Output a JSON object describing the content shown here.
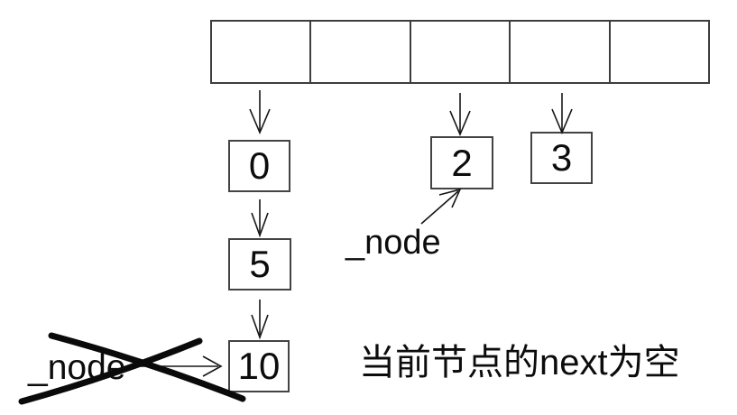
{
  "diagram": {
    "title_visible": false,
    "background_color": "#ffffff",
    "line_color": "#161616",
    "array": {
      "cell_count": 5,
      "cells": [
        "",
        "",
        "",
        "",
        ""
      ]
    },
    "nodes": [
      {
        "id": "node-0",
        "value": "0"
      },
      {
        "id": "node-5",
        "value": "5"
      },
      {
        "id": "node-10",
        "value": "10"
      },
      {
        "id": "node-2",
        "value": "2"
      },
      {
        "id": "node-3",
        "value": "3"
      }
    ],
    "chains": {
      "bucket_0": [
        "0",
        "5",
        "10"
      ],
      "bucket_2": [
        "2"
      ],
      "bucket_3": [
        "3"
      ]
    },
    "edges": [
      {
        "from": "array-cell-0",
        "to": "node-0"
      },
      {
        "from": "node-0",
        "to": "node-5"
      },
      {
        "from": "node-5",
        "to": "node-10"
      },
      {
        "from": "array-cell-2",
        "to": "node-2"
      },
      {
        "from": "array-cell-3",
        "to": "node-3"
      },
      {
        "from": "pointer-label-current",
        "to": "node-2"
      },
      {
        "from": "pointer-label-crossed",
        "to": "node-10"
      }
    ],
    "labels": {
      "pointer_current": "_node",
      "pointer_crossed": "_node",
      "pointer_crossed_is_struck_out": true,
      "caption": "当前节点的next为空"
    }
  }
}
